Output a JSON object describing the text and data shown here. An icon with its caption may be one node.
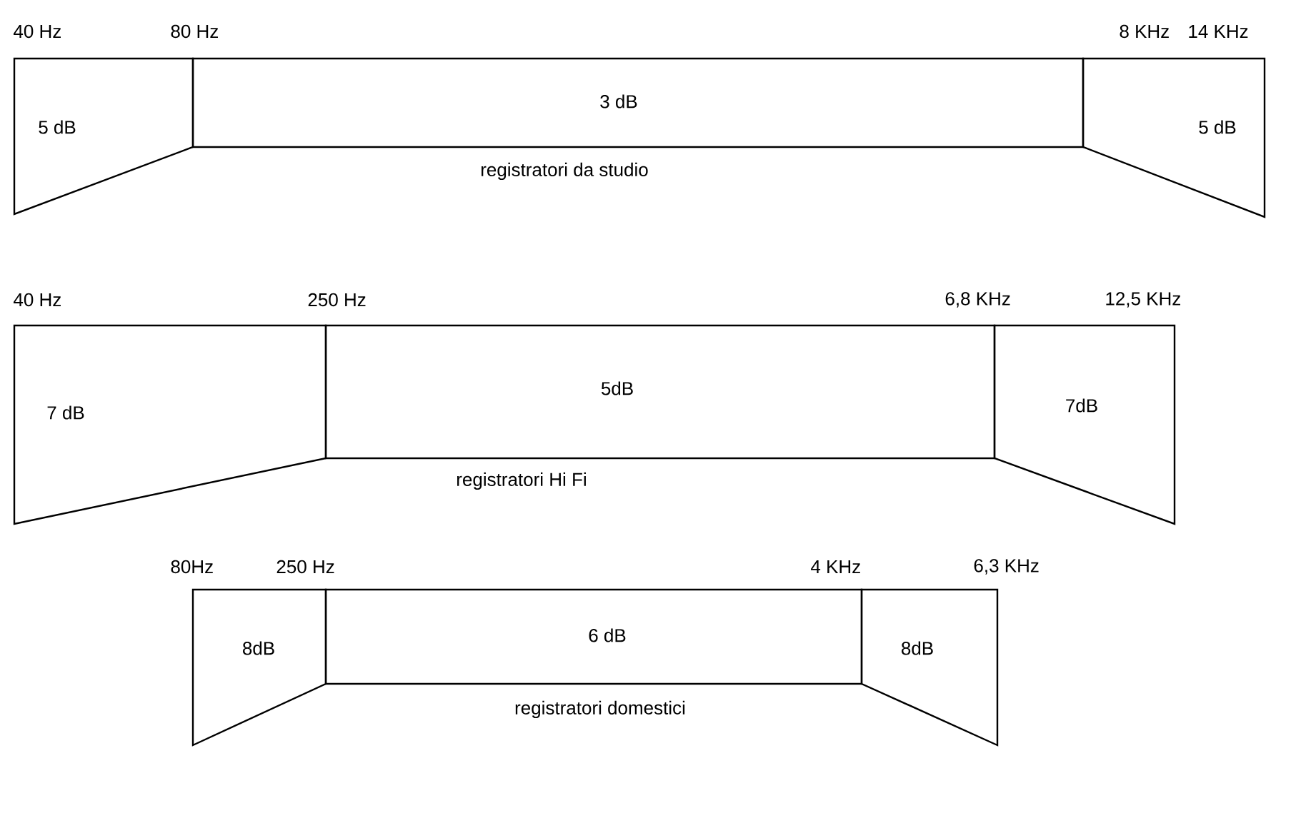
{
  "diagram": {
    "nodes": [
      {
        "text": [
          "5 dB"
        ]
      },
      {
        "text": [
          "3 dB"
        ]
      },
      {
        "text": [
          "5 dB"
        ]
      },
      {
        "text": [
          "7 dB"
        ]
      },
      {
        "text": [
          "5dB"
        ]
      },
      {
        "text": [
          "7dB"
        ]
      },
      {
        "text": [
          "8dB"
        ]
      },
      {
        "text": [
          "6 dB"
        ]
      },
      {
        "text": [
          "8dB"
        ]
      }
    ],
    "labels": [
      "40 Hz",
      "80 Hz",
      "8 KHz",
      "14 KHz",
      "registratori da studio",
      "40 Hz",
      "250 Hz",
      "6,8 KHz",
      "12,5 KHz",
      "registratori Hi Fi",
      "80Hz",
      "250 Hz",
      "4 KHz",
      "6,3 KHz",
      "registratori domestici"
    ]
  }
}
